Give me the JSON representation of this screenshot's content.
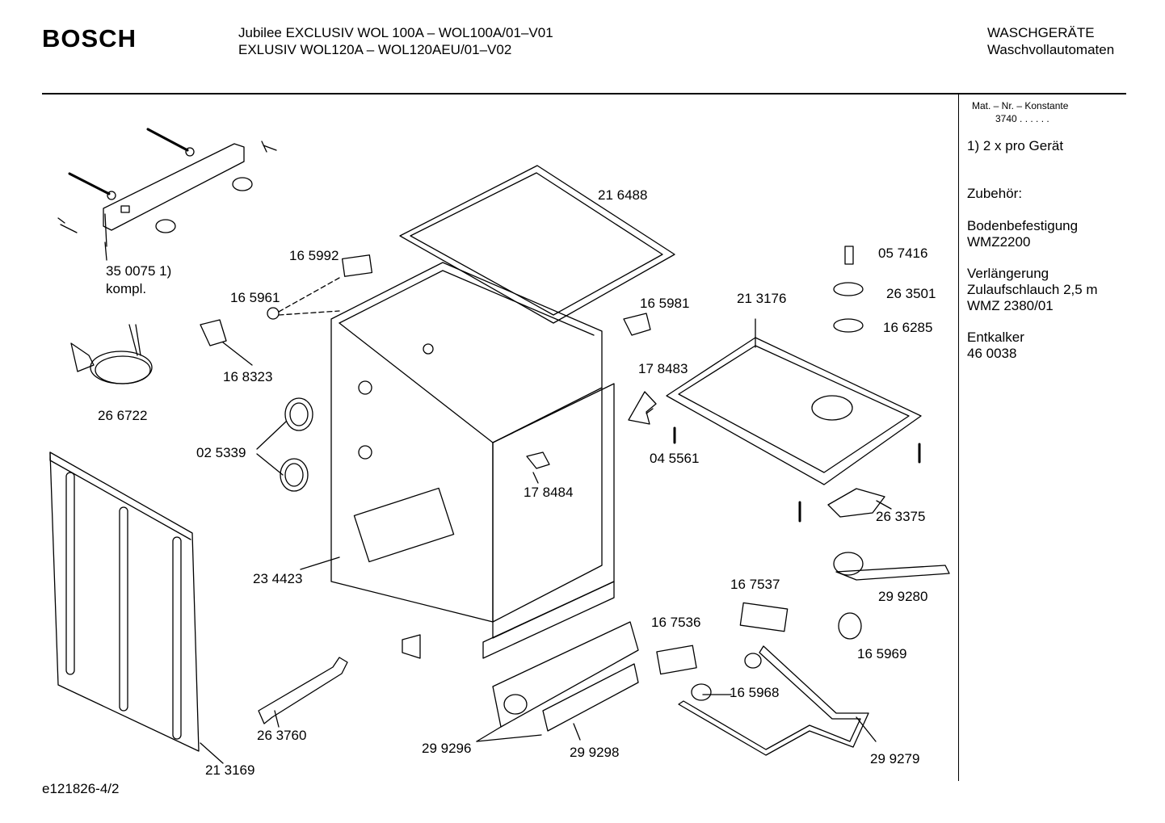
{
  "header": {
    "brand": "BOSCH",
    "model_line1": "Jubilee EXCLUSIV WOL 100A – WOL100A/01–V01",
    "model_line2": "EXLUSIV WOL120A – WOL120AEU/01–V02",
    "category": "WASCHGERÄTE",
    "subcategory": "Waschvollautomaten"
  },
  "sidebar": {
    "mat_nr_label": "Mat. – Nr. – Konstante",
    "mat_nr_value": "3740  .  .    .  .  .  .",
    "footnote": "1) 2 x pro Gerät",
    "accessories_heading": "Zubehör:",
    "acc1_line1": "Bodenbefestigung",
    "acc1_line2": "WMZ2200",
    "acc2_line1": "Verlängerung",
    "acc2_line2": "Zulaufschlauch 2,5 m",
    "acc2_line3": "WMZ 2380/01",
    "acc3_line1": "Entkalker",
    "acc3_line2": "46 0038"
  },
  "parts": {
    "p350075a": "35 0075 1)",
    "p350075b": "kompl.",
    "p165992": "16 5992",
    "p165961": "16 5961",
    "p216488": "21 6488",
    "p168323": "16 8323",
    "p266722": "26 6722",
    "p025339": "02 5339",
    "p234423": "23 4423",
    "p213169": "21 3169",
    "p263760": "26 3760",
    "p299296": "29 9296",
    "p299298": "29 9298",
    "p178484": "17 8484",
    "p178483": "17 8483",
    "p045561": "04 5561",
    "p165981": "16 5981",
    "p213176": "21 3176",
    "p057416": "05 7416",
    "p263501": "26 3501",
    "p166285": "16 6285",
    "p263375": "26 3375",
    "p299280": "29 9280",
    "p167537": "16 7537",
    "p167536": "16 7536",
    "p165969": "16 5969",
    "p165968": "16 5968",
    "p299279": "29 9279"
  },
  "footer": {
    "code": "e121826-4/2"
  }
}
